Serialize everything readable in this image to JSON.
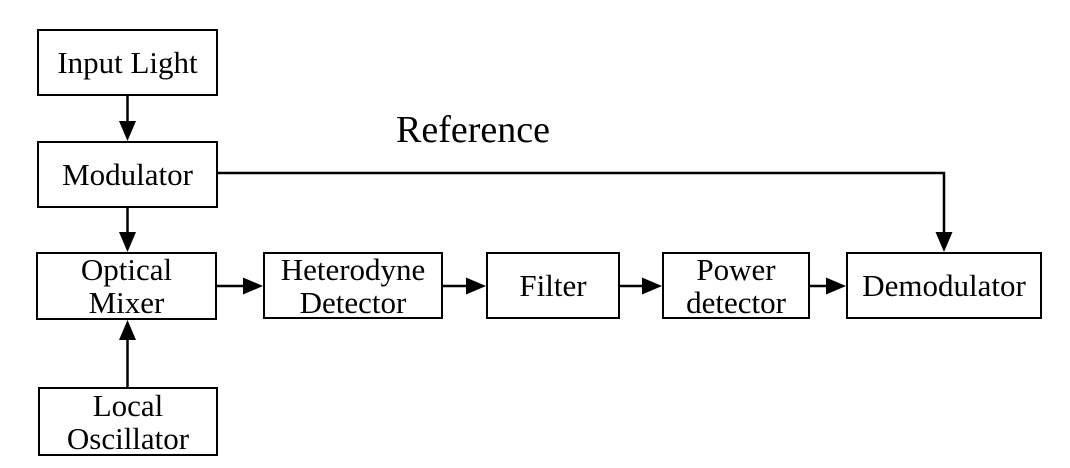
{
  "diagram": {
    "type": "block-diagram",
    "background_color": "#ffffff",
    "line_color": "#000000",
    "node_fill_color": "#ffffff",
    "node_border_color": "#000000",
    "reference_label": "Reference",
    "nodes": {
      "input_light": {
        "label": "Input Light"
      },
      "modulator": {
        "label": "Modulator"
      },
      "optical_mixer": {
        "label": "Optical\nMixer"
      },
      "heterodyne": {
        "label": "Heterodyne\nDetector"
      },
      "filter": {
        "label": "Filter"
      },
      "power_detector": {
        "label": "Power\ndetector"
      },
      "demodulator": {
        "label": "Demodulator"
      },
      "local_oscillator": {
        "label": "Local\nOscillator"
      }
    },
    "edges": [
      {
        "from": "Input Light",
        "to": "Modulator",
        "direction": "down"
      },
      {
        "from": "Modulator",
        "to": "Optical Mixer",
        "direction": "down"
      },
      {
        "from": "Local Oscillator",
        "to": "Optical Mixer",
        "direction": "up"
      },
      {
        "from": "Optical Mixer",
        "to": "Heterodyne Detector",
        "direction": "right"
      },
      {
        "from": "Heterodyne Detector",
        "to": "Filter",
        "direction": "right"
      },
      {
        "from": "Filter",
        "to": "Power detector",
        "direction": "right"
      },
      {
        "from": "Power detector",
        "to": "Demodulator",
        "direction": "right"
      },
      {
        "from": "Modulator",
        "to": "Demodulator",
        "direction": "right-then-down",
        "label": "Reference"
      }
    ]
  }
}
